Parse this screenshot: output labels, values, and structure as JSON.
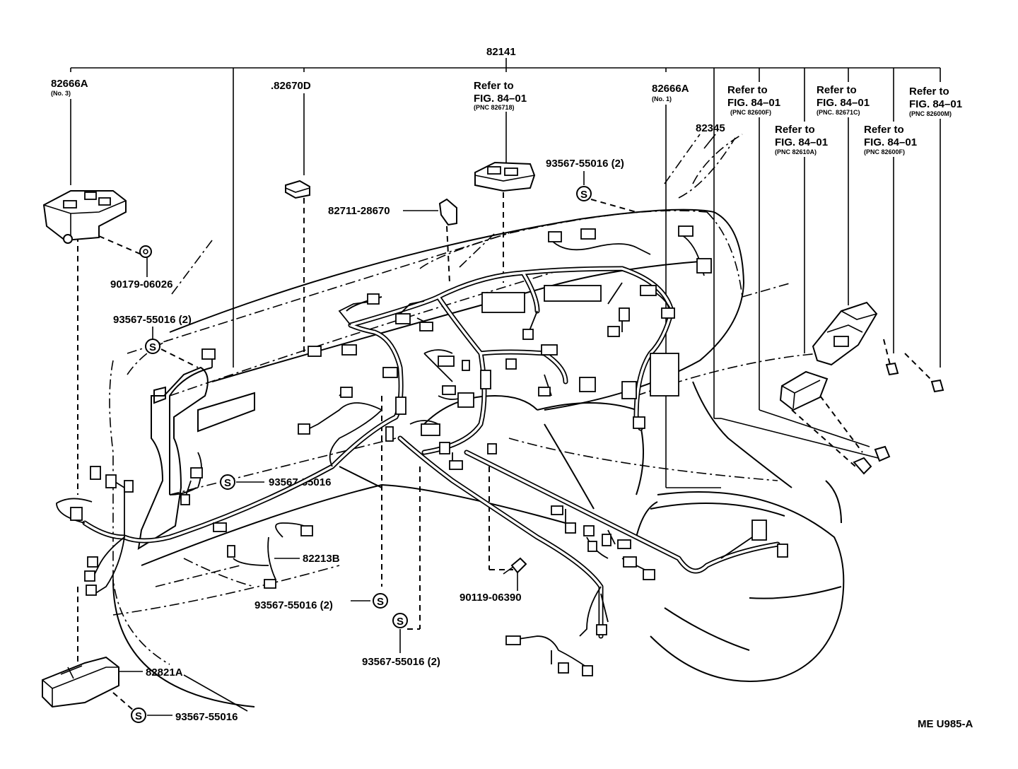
{
  "diagram": {
    "top_callout": "82141",
    "figure_code": "ME U985-A",
    "sealing_symbol": "S",
    "labels": {
      "p82666a_no3": "82666A",
      "p82666a_no3_sub": "(No. 3)",
      "p82670d": ".82670D",
      "ref_826718": "Refer to",
      "ref_826718_fig": "FIG. 84–01",
      "ref_826718_pnc": "(PNC 826718)",
      "p82666a_no1": "82666A",
      "p82666a_no1_sub": "(No. 1)",
      "ref_82600f_a": "Refer to",
      "ref_82600f_a_fig": "FIG. 84–01",
      "ref_82600f_a_pnc": "(PNC 82600F)",
      "ref_82671c": "Refer to",
      "ref_82671c_fig": "FIG. 84–01",
      "ref_82671c_pnc": "(PNC. 82671C)",
      "ref_82600m": "Refer to",
      "ref_82600m_fig": "FIG. 84–01",
      "ref_82600m_pnc": "(PNC 82600M)",
      "p82345": "82345",
      "ref_82610a": "Refer to",
      "ref_82610a_fig": "FIG. 84–01",
      "ref_82610a_pnc": "(PNC 82610A)",
      "ref_82600f_b": "Refer to",
      "ref_82600f_b_fig": "FIG. 84–01",
      "ref_82600f_b_pnc": "(PNC 82600F)",
      "clamp_top": "93567-55016 (2)",
      "p82711": "82711-28670",
      "p90179": "90179-06026",
      "clamp_left": "93567-55016 (2)",
      "clamp_mid": "93567-55016",
      "p82213b": "82213B",
      "clamp_bottom_a": "93567-55016 (2)",
      "p90119": "90119-06390",
      "clamp_bottom_b": "93567-55016 (2)",
      "p82821a": "82821A",
      "clamp_bottom_left": "93567-55016"
    }
  }
}
